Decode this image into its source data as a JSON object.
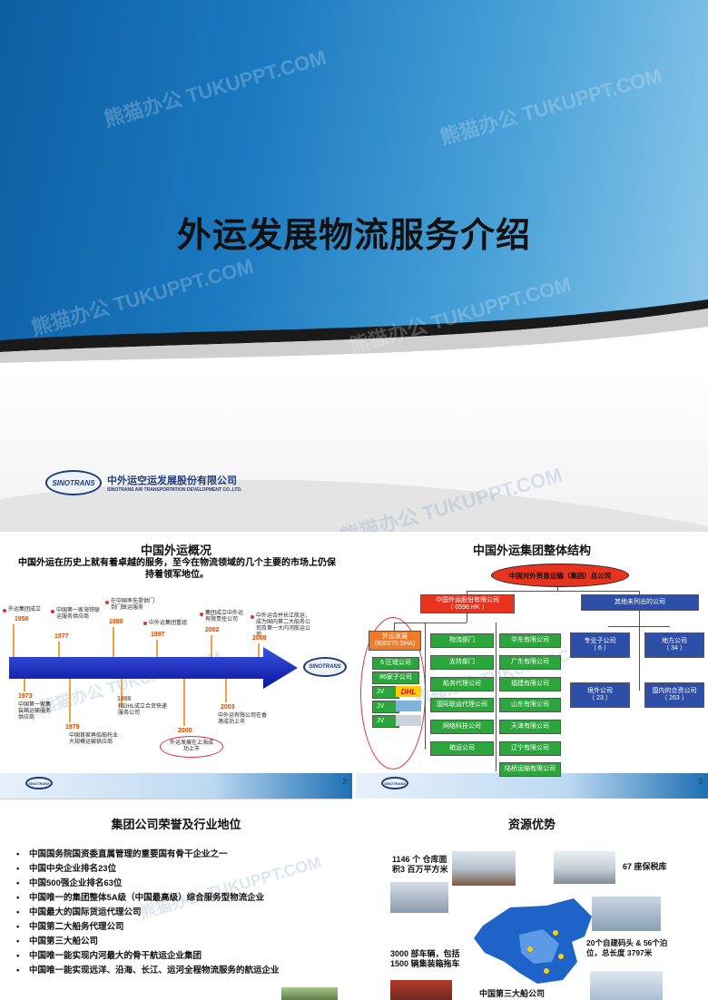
{
  "watermark": "熊猫办公 TUKUPPT.COM",
  "slide1": {
    "title": "外运发展物流服务介绍",
    "logo_abbr": "SINOTRANS",
    "company_cn": "中外运空运发展股份有限公司",
    "company_en": "SINOTRANS AIR TRANSPORTATION DEVELOPMENT CO.,LTD."
  },
  "slide2": {
    "title": "中国外运概况",
    "subtitle": "中国外运在历史上就有着卓越的服务，至今在物流领域的几个主要的市场上仍保持着领军地位。",
    "page": "2",
    "logo_abbr": "SINOTRANS",
    "top_events": [
      {
        "year": "1950",
        "text": "外运集团成立"
      },
      {
        "year": "1977",
        "text": "中国第一家海铁联运服务供应商"
      },
      {
        "year": "1980",
        "text": "在中国率先提供门到门联运服务"
      },
      {
        "year": "1997",
        "text": "中外运集团重组"
      },
      {
        "year": "2002",
        "text": "集团成立中外运有限责任公司"
      },
      {
        "year": "2008",
        "text": "中外运合并长江航运，成为国内第二大船务公司及第一大内河航运公司"
      }
    ],
    "bottom_events": [
      {
        "year": "1973",
        "text": "中国第一家集装箱运输服务供应商"
      },
      {
        "year": "1979",
        "text": "中国首家再船舶托业大规模运输供应商"
      },
      {
        "year": "1986",
        "text": "和DHL成立合资快递服务公司"
      },
      {
        "year": "2000",
        "text": "外运发展在上海成功上市"
      },
      {
        "year": "2003",
        "text": "中外运有限公司在香港成功上市"
      }
    ]
  },
  "slide3": {
    "title": "中国外运集团整体结构",
    "page": "3",
    "top": "中国对外贸易运输（集团）总公司",
    "hk": {
      "name": "中国外运股份有限公司",
      "code": "（ 0598.HK ）"
    },
    "others": "其他未列出的公司",
    "sha": {
      "name": "外运发展",
      "code": "(600270.SHA)"
    },
    "left_items": [
      "6 区域公司",
      "86家子公司",
      "JV",
      "JV",
      "JV"
    ],
    "dhl": "DHL",
    "depts": [
      "物流部门",
      "支持部门",
      "船务代理公司",
      "国际联运代理公司",
      "网络科技公司",
      "箱运公司"
    ],
    "regions": [
      "华东有限公司",
      "广东有限公司",
      "福建有限公司",
      "山东有限公司",
      "天津有限公司",
      "辽宁有限公司",
      "陆桥运输有限公司"
    ],
    "right_boxes": [
      {
        "name": "专业子公司",
        "count": "（ 6 ）"
      },
      {
        "name": "地方公司",
        "count": "（ 34 ）"
      },
      {
        "name": "境外公司",
        "count": "（ 23 ）"
      },
      {
        "name": "国内的合资公司",
        "count": "（ 263 ）"
      }
    ]
  },
  "slide4": {
    "title": "集团公司荣誉及行业地位",
    "bullets": [
      "中国国务院国资委直属管理的重要国有骨干企业之一",
      "中国中央企业排名23位",
      "中国500强企业排名63位",
      "中国唯一的集团整体5A级（中国最高级）综合服务型物流企业",
      "中国最大的国际货运代理公司",
      "中国第二大船务代理公司",
      "中国第三大船公司",
      "中国唯一能实现内河最大的骨干航运企业集团",
      "中国唯一能实现远洋、沿海、长江、运河全程物流服务的航运企业"
    ]
  },
  "slide5": {
    "title": "资源优势",
    "warehouse": "1146 个 仓库面积3 百万平方米",
    "bonded": "67 座保税库",
    "vehicles": "3000 部车辆，包括1500 辆集装箱拖车",
    "wharf": "20个自建码头 & 56个泊位，总长度 3797米",
    "bottom": "中国第三大船公司"
  }
}
